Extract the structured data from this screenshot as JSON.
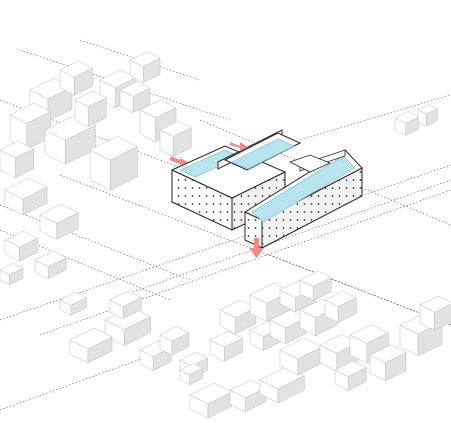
{
  "diagram": {
    "context_blocks": 46,
    "highlight": {
      "roof_color": "#b7e3ef",
      "arrow_color": "#ef8a8a",
      "facade_dot_color": "#333333"
    },
    "arrows": [
      {
        "direction": "in-from-west"
      },
      {
        "direction": "in-from-north"
      },
      {
        "direction": "out-to-south"
      }
    ]
  }
}
